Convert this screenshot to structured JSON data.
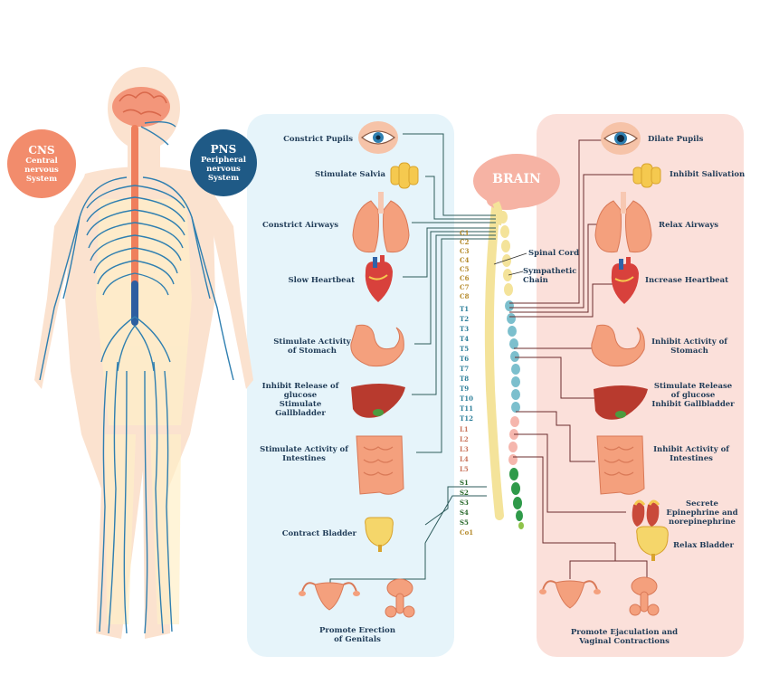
{
  "badges": {
    "cns": {
      "title": "CNS",
      "line1": "Central",
      "line2": "nervous",
      "line3": "System"
    },
    "pns": {
      "title": "PNS",
      "line1": "Peripheral",
      "line2": "nervous",
      "line3": "System"
    }
  },
  "brain_label": "BRAIN",
  "spinal_cord_label": "Spinal Cord",
  "sympathetic_chain_label": [
    "Sympathetic",
    "Chain"
  ],
  "parasympathetic": [
    {
      "id": "constrict-pupils",
      "text": [
        "Constrict Pupils"
      ],
      "icon": "eye-icon"
    },
    {
      "id": "stimulate-salvia",
      "text": [
        "Stimulate Salvia"
      ],
      "icon": "salivary-gland-icon"
    },
    {
      "id": "constrict-airways",
      "text": [
        "Constrict Airways"
      ],
      "icon": "lungs-icon"
    },
    {
      "id": "slow-heartbeat",
      "text": [
        "Slow Heartbeat"
      ],
      "icon": "heart-icon"
    },
    {
      "id": "stimulate-stomach",
      "text": [
        "Stimulate Activity",
        "of",
        "Stomach"
      ],
      "icon": "stomach-icon"
    },
    {
      "id": "inhibit-glucose",
      "text": [
        "Inhibit Release of",
        "glucose",
        "Stimulate Gallbladder"
      ],
      "icon": "liver-icon"
    },
    {
      "id": "stimulate-intestines",
      "text": [
        "Stimulate Activity of",
        "Intestines"
      ],
      "icon": "intestines-icon"
    },
    {
      "id": "contract-bladder",
      "text": [
        "Contract Bladder"
      ],
      "icon": "bladder-icon"
    },
    {
      "id": "promote-erection",
      "text": [
        "Promote Erection",
        "of Genitals"
      ],
      "icon": "genitals-icon"
    }
  ],
  "sympathetic": [
    {
      "id": "dilate-pupils",
      "text": [
        "Dilate Pupils"
      ],
      "icon": "eye-icon"
    },
    {
      "id": "inhibit-salivation",
      "text": [
        "Inhibit Salivation"
      ],
      "icon": "salivary-gland-icon"
    },
    {
      "id": "relax-airways",
      "text": [
        "Relax Airways"
      ],
      "icon": "lungs-icon"
    },
    {
      "id": "increase-heartbeat",
      "text": [
        "Increase Heartbeat"
      ],
      "icon": "heart-icon"
    },
    {
      "id": "inhibit-stomach",
      "text": [
        "Inhibit Activity of",
        "Stomach"
      ],
      "icon": "stomach-icon"
    },
    {
      "id": "stimulate-glucose",
      "text": [
        "Stimulate Release",
        "of glucose",
        "Inhibit Gallbladder"
      ],
      "icon": "liver-icon"
    },
    {
      "id": "inhibit-intestines",
      "text": [
        "Inhibit Activity of",
        "Intestines"
      ],
      "icon": "intestines-icon"
    },
    {
      "id": "secrete-epinephrine",
      "text": [
        "Secrete",
        "Epinephrine and",
        "norepinephrine"
      ],
      "icon": "adrenal-icon"
    },
    {
      "id": "relax-bladder",
      "text": [
        "Relax Bladder"
      ],
      "icon": "bladder-icon"
    },
    {
      "id": "promote-ejaculation",
      "text": [
        "Promote Ejaculation and",
        "Vaginal Contractions"
      ],
      "icon": "genitals-icon"
    }
  ],
  "segments": {
    "cervical": [
      "C1",
      "C2",
      "C3",
      "C4",
      "C5",
      "C6",
      "C7",
      "C8"
    ],
    "thoracic": [
      "T1",
      "T2",
      "T3",
      "T4",
      "T5",
      "T6",
      "T7",
      "T8",
      "T9",
      "T10",
      "T11",
      "T12"
    ],
    "lumbar": [
      "L1",
      "L2",
      "L3",
      "L4",
      "L5"
    ],
    "sacral": [
      "S1",
      "S2",
      "S3",
      "S4",
      "S5"
    ],
    "coccygeal": [
      "Co1"
    ]
  },
  "colors": {
    "parasympathetic_bg": "#e6f4fa",
    "sympathetic_bg": "#fbe0da",
    "cns_badge": "#f28c6c",
    "pns_badge": "#1f5a86",
    "nerve": "#2f7fb0",
    "spine": "#f0a386",
    "cervical_text": "#b58a2b",
    "thoracic_text": "#2d7f9a",
    "lumbar_text": "#c9745c",
    "sacral_text": "#2b6a2e"
  }
}
